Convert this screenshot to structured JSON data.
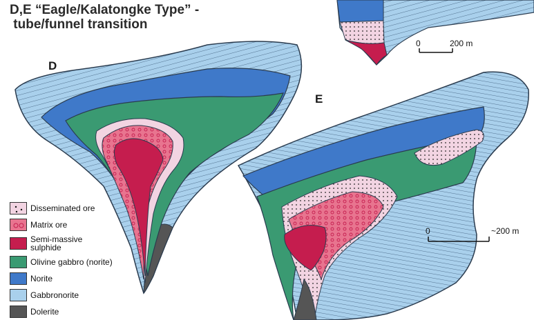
{
  "title": {
    "line1": "D,E “Eagle/Kalatongke Type” -",
    "line2": "tube/funnel transition"
  },
  "panels": {
    "d_label": "D",
    "e_label": "E"
  },
  "legend": [
    {
      "label": "Disseminated ore",
      "color": "#f2d4e2",
      "pattern": "dots"
    },
    {
      "label": "Matrix ore",
      "color": "#e8748f",
      "pattern": "circles"
    },
    {
      "label": "Semi-massive sulphide",
      "lines": [
        "Semi-massive",
        "sulphide"
      ],
      "color": "#c51d4e",
      "pattern": "solid"
    },
    {
      "label": "Olivine gabbro (norite)",
      "color": "#3a9a72",
      "pattern": "solid"
    },
    {
      "label": "Norite",
      "color": "#3f79c9",
      "pattern": "solid"
    },
    {
      "label": "Gabbronorite",
      "color": "#a9d0ec",
      "pattern": "solid"
    },
    {
      "label": "Dolerite",
      "color": "#555555",
      "pattern": "solid"
    }
  ],
  "scale_bars": {
    "top": {
      "start": "0",
      "end": "200 m"
    },
    "e": {
      "start": "0",
      "end": "~200 m"
    }
  }
}
